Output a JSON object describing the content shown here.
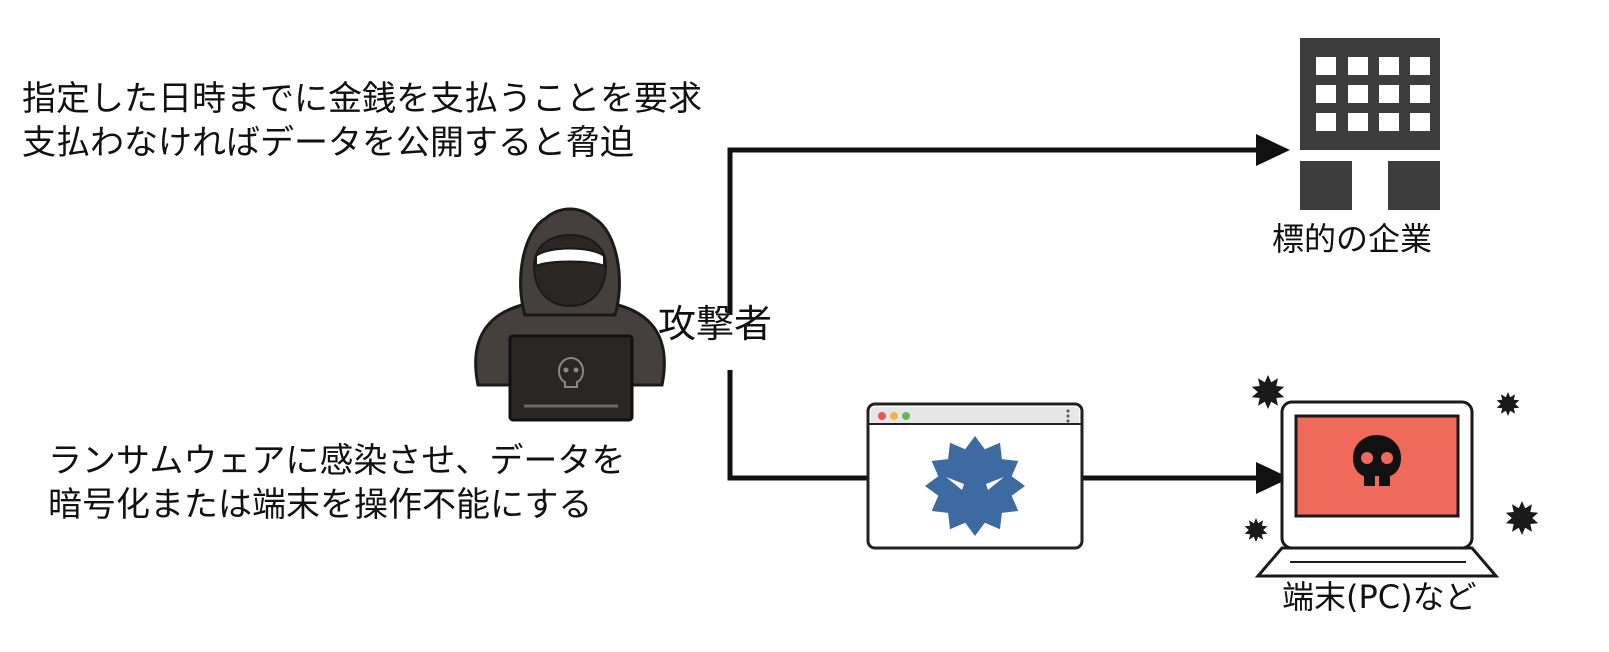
{
  "demand_text": {
    "line1": "指定した日時までに金銭を支払うことを要求",
    "line2": "支払わなければデータを公開すると脅迫"
  },
  "infect_text": {
    "line1": "ランサムウェアに感染させ、データを",
    "line2": "暗号化または端末を操作不能にする"
  },
  "attacker_label": "攻撃者",
  "target_company_label": "標的の企業",
  "terminal_label": "端末(PC)など",
  "icons": {
    "attacker": "hooded-hacker-icon",
    "company": "office-building-icon",
    "malware": "malware-virus-icon",
    "infected_pc": "infected-laptop-icon"
  },
  "colors": {
    "ink": "#111111",
    "building": "#3d3d3d",
    "hoodie": "#45403e",
    "malware": "#3d6aa0",
    "screen_alert": "#f06a5c"
  }
}
